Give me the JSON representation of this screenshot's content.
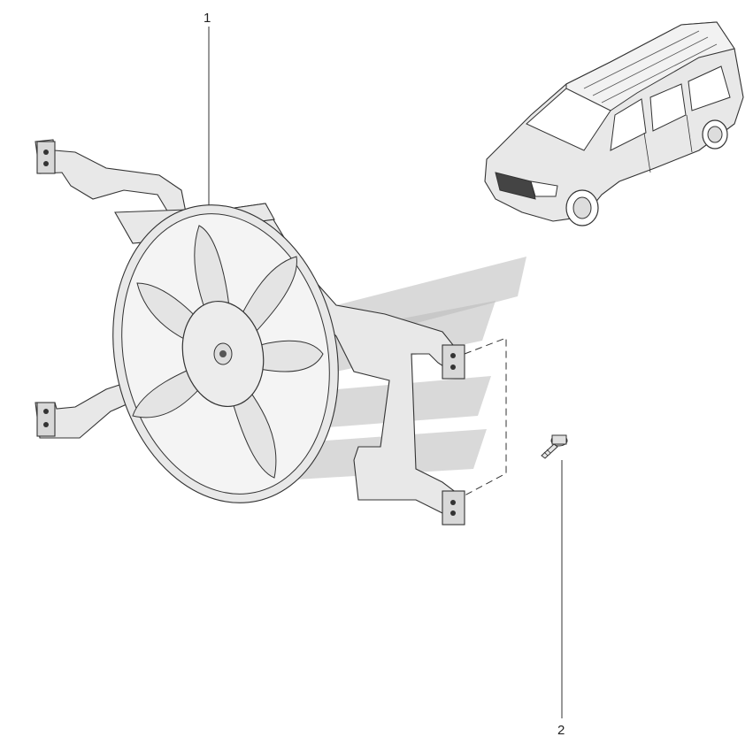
{
  "diagram": {
    "callouts": [
      {
        "id": "1",
        "label": "1",
        "part": "fan-assembly"
      },
      {
        "id": "2",
        "label": "2",
        "part": "bolt"
      }
    ],
    "colors": {
      "line": "#333333",
      "fill": "#e8e8e8",
      "watermark": "#b9b9b9",
      "background": "#ffffff"
    },
    "icons": [
      "car-icon",
      "fan-assembly-icon",
      "bolt-icon",
      "watermark-logo"
    ]
  }
}
